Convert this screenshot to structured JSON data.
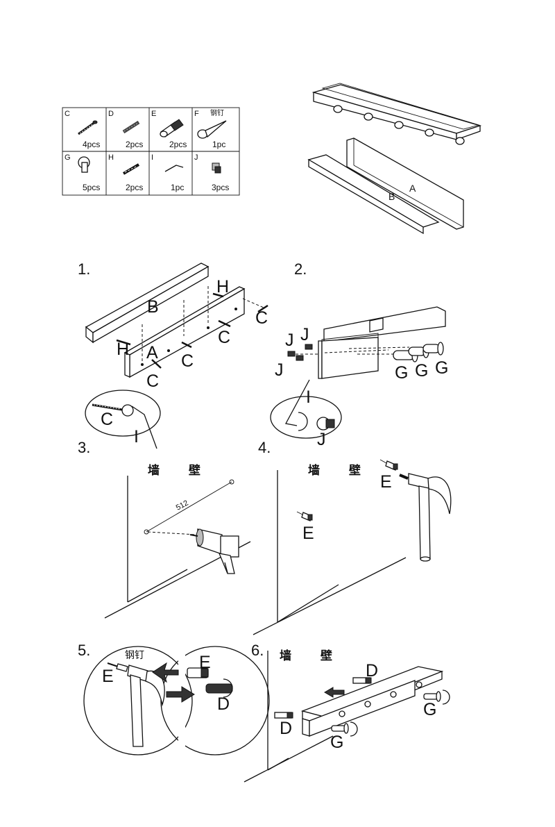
{
  "parts": [
    {
      "code": "C",
      "qty": "4pcs"
    },
    {
      "code": "D",
      "qty": "2pcs"
    },
    {
      "code": "E",
      "qty": "2pcs"
    },
    {
      "code": "F",
      "qty": "1pc",
      "note": "钢钉"
    },
    {
      "code": "G",
      "qty": "5pcs"
    },
    {
      "code": "H",
      "qty": "2pcs"
    },
    {
      "code": "I",
      "qty": "1pc"
    },
    {
      "code": "J",
      "qty": "3pcs"
    }
  ],
  "overview_labels": {
    "a": "A",
    "b": "B"
  },
  "steps": [
    "1.",
    "2.",
    "3.",
    "4.",
    "5.",
    "6."
  ],
  "wall_text": "墙 壁",
  "nail_text": "钢钉",
  "step1": {
    "b": "B",
    "a": "A",
    "h1": "H",
    "h2": "H",
    "c1": "C",
    "c2": "C",
    "c3": "C",
    "c4": "C",
    "c_detail": "C",
    "i_detail": "I"
  },
  "step2": {
    "j1": "J",
    "j2": "J",
    "j3": "J",
    "g1": "G",
    "g2": "G",
    "g3": "G",
    "i_detail": "I",
    "j_detail": "J"
  },
  "step3": {
    "dim": "512"
  },
  "step4": {
    "e1": "E",
    "e2": "E"
  },
  "step5": {
    "e1": "E",
    "e2": "E",
    "d": "D"
  },
  "step6": {
    "d1": "D",
    "d2": "D",
    "g1": "G",
    "g2": "G"
  }
}
